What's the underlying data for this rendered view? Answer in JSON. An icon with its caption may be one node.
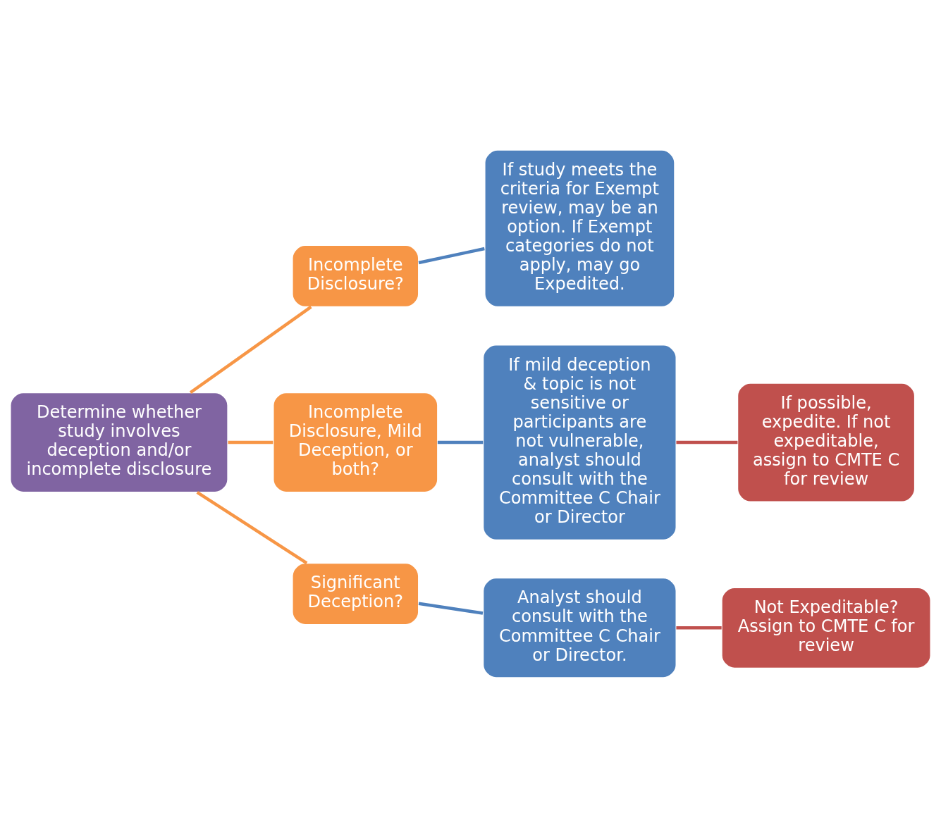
{
  "diagram": {
    "nodes": [
      {
        "text": [
          "Determine whether study involves deception and/or incomplete disclosure"
        ]
      },
      {
        "text": [
          "Incomplete Disclosure?"
        ]
      },
      {
        "text": [
          "If study meets the criteria for Exempt review, may be an option. If Exempt categories do not apply, may go Expedited."
        ]
      },
      {
        "text": [
          "Incomplete Disclosure, Mild Deception, or both?"
        ]
      },
      {
        "text": [
          "If mild deception & topic is not sensitive or participants are not vulnerable, analyst should consult with the Committee C Chair or Director"
        ]
      },
      {
        "text": [
          "If possible, expedite. If not expeditable, assign to CMTE C for review"
        ]
      },
      {
        "text": [
          "Significant Deception?"
        ]
      },
      {
        "text": [
          "Analyst should consult with the Committee C Chair or Director."
        ]
      },
      {
        "text": [
          "Not Expeditable? Assign to CMTE C for review"
        ]
      }
    ],
    "edges": [
      {
        "from": 0,
        "to": 1,
        "arrow": "none",
        "color": "#f79646"
      },
      {
        "from": 0,
        "to": 3,
        "arrow": "none",
        "color": "#f79646"
      },
      {
        "from": 0,
        "to": 6,
        "arrow": "none",
        "color": "#f79646"
      },
      {
        "from": 1,
        "to": 2,
        "arrow": "none",
        "color": "#4f81bd"
      },
      {
        "from": 3,
        "to": 4,
        "arrow": "none",
        "color": "#4f81bd"
      },
      {
        "from": 4,
        "to": 5,
        "arrow": "none",
        "color": "#c0504d"
      },
      {
        "from": 6,
        "to": 7,
        "arrow": "none",
        "color": "#4f81bd"
      },
      {
        "from": 7,
        "to": 8,
        "arrow": "none",
        "color": "#c0504d"
      }
    ]
  }
}
